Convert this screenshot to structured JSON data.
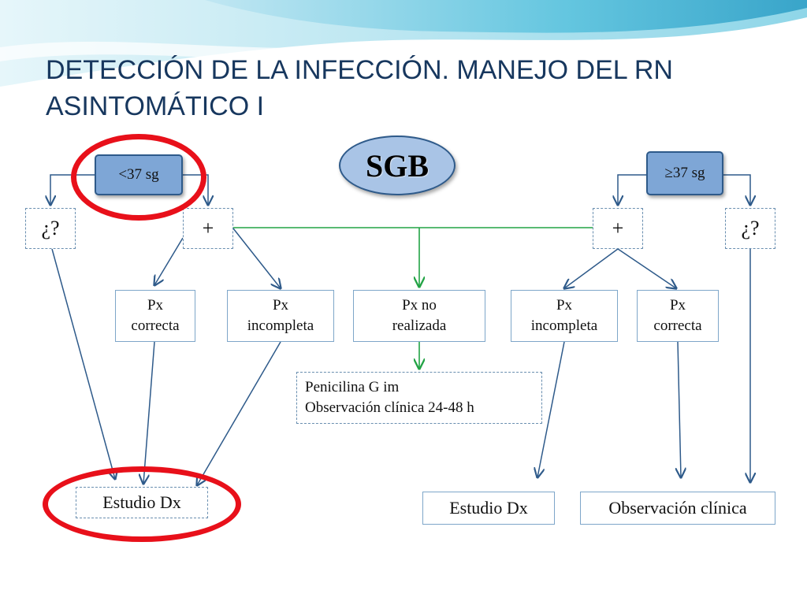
{
  "title": "DETECCIÓN DE LA INFECCIÓN. MANEJO DEL RN ASINTOMÁTICO I",
  "sgb": "SGB",
  "nodes": {
    "lt37": "<37 sg",
    "ge37": "≥37 sg",
    "q_left": "¿?",
    "q_right": "¿?",
    "plus_left": "+",
    "plus_right": "+",
    "px_correcta_left": "Px\ncorrecta",
    "px_incompleta_left": "Px\nincompleta",
    "px_no_realizada": "Px no\nrealizada",
    "px_incompleta_right": "Px\nincompleta",
    "px_correcta_right": "Px\ncorrecta",
    "penicilina": "Penicilina G im\nObservación clínica 24-48 h",
    "estudio_left": "Estudio Dx",
    "estudio_right": "Estudio Dx",
    "observacion": "Observación clínica"
  },
  "colors": {
    "connector_blue": "#2e5a8a",
    "connector_green": "#22a345",
    "highlight_red": "#e8101a",
    "title": "#17375e"
  }
}
